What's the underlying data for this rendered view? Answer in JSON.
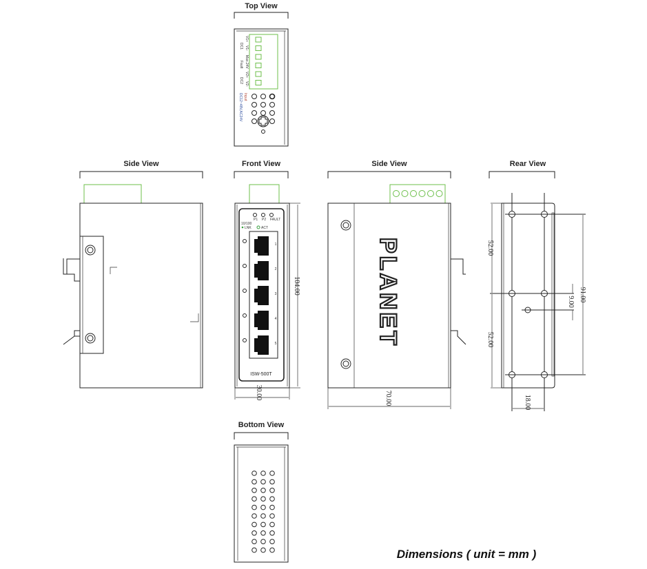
{
  "views": {
    "top": "Top View",
    "side_left": "Side View",
    "front": "Front View",
    "side_right": "Side View",
    "rear": "Rear View",
    "bottom": "Bottom View"
  },
  "top_view_labels": {
    "dc1": "DC1",
    "v1p": "V1+",
    "v1m": "V1-",
    "fault": "Fault",
    "fault_rating": "Max.24V",
    "dc2": "DC2",
    "v2p": "V2+",
    "v2m": "V2-",
    "input": "Input",
    "input_rating": "DC12~48V,AC24V"
  },
  "front_panel": {
    "leds": [
      "P1",
      "P2",
      "FAULT"
    ],
    "speed": "10/100",
    "lnk": "LNK",
    "act": "ACT",
    "ports": [
      "1",
      "2",
      "3",
      "4",
      "5"
    ],
    "model": "ISW-500T"
  },
  "brand": "PLANET",
  "dimensions": {
    "height": "104.00",
    "width": "30.00",
    "depth": "70.00",
    "rear_upper": "52.00",
    "rear_lower": "52.00",
    "rear_hole_span": "91.00",
    "rear_offset": "9.00",
    "rear_hole_width": "18.00"
  },
  "caption": "Dimensions ( unit = mm )",
  "colors": {
    "terminal": "#6cbf4a",
    "line": "#222222"
  }
}
